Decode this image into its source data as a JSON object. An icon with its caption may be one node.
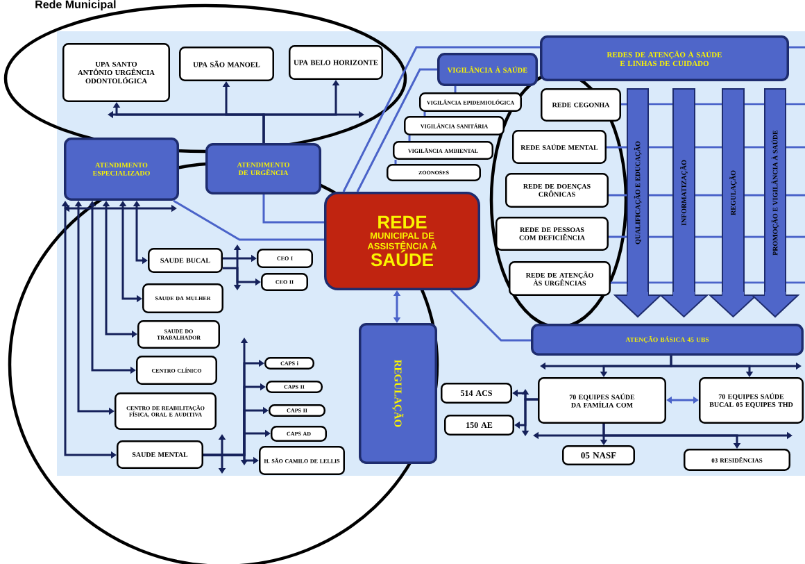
{
  "diagram": {
    "title": "Rede Municipal",
    "nodes": [
      {
        "text": [
          "UPA SANTO ANTÔNIO URGÊNCIA ODONTOLÓGICA"
        ]
      },
      {
        "text": [
          "UPA SÃO MANOEL"
        ]
      },
      {
        "text": [
          "UPA BELO HORIZONTE"
        ]
      },
      {
        "text": [
          "VIGILÂNCIA À SAÚDE"
        ]
      },
      {
        "text": [
          "REDES DE ATENÇÃO À SAÚDE E LINHAS DE CUIDADO"
        ]
      },
      {
        "text": [
          "VIGILÂNCIA EPIDEMIOLÓGICA"
        ]
      },
      {
        "text": [
          "VIGILÂNCIA SANITÁRIA"
        ]
      },
      {
        "text": [
          "VIGILÂNCIA AMBIENTAL"
        ]
      },
      {
        "text": [
          "ZOONOSES"
        ]
      },
      {
        "text": [
          "REDE CEGONHA"
        ]
      },
      {
        "text": [
          "REDE SAÚDE MENTAL"
        ]
      },
      {
        "text": [
          "REDE DE DOENÇAS CRÔNICAS"
        ]
      },
      {
        "text": [
          "REDE DE PESSOAS COM DEFICIÊNCIA"
        ]
      },
      {
        "text": [
          "REDE DE ATENÇÃO ÀS URGÊNCIAS"
        ]
      },
      {
        "text": [
          "QUALIFICAÇÃO E EDUCAÇÃO"
        ]
      },
      {
        "text": [
          "INFORMATIZAÇÃO"
        ]
      },
      {
        "text": [
          "REGULAÇÃO"
        ]
      },
      {
        "text": [
          "PROMOÇÃO E VIGILÂNCIA À SAÚDE"
        ]
      },
      {
        "text": [
          "ATENDIMENTO ESPECIALIZADO"
        ]
      },
      {
        "text": [
          "ATENDIMENTO DE URGÊNCIA"
        ]
      },
      {
        "text": [
          "REDE",
          "MUNICIPAL DE ASSISTÊNCIA À",
          "SAÚDE"
        ]
      },
      {
        "text": [
          "SAUDE BUCAL"
        ]
      },
      {
        "text": [
          "CEO I"
        ]
      },
      {
        "text": [
          "CEO II"
        ]
      },
      {
        "text": [
          "SAUDE DA MULHER"
        ]
      },
      {
        "text": [
          "SAUDE DO TRABALHADOR"
        ]
      },
      {
        "text": [
          "CENTRO CLÍNICO"
        ]
      },
      {
        "text": [
          "CENTRO DE REABILITAÇÃO FÍSICA, ORAL E AUDITIVA"
        ]
      },
      {
        "text": [
          "SAUDE MENTAL"
        ]
      },
      {
        "text": [
          "CAPS i"
        ]
      },
      {
        "text": [
          "CAPS II"
        ]
      },
      {
        "text": [
          "CAPS II"
        ]
      },
      {
        "text": [
          "CAPS AD"
        ]
      },
      {
        "text": [
          "H. SÃO CAMILO DE LELLIS"
        ]
      },
      {
        "text": [
          "REGULAÇÃO"
        ]
      },
      {
        "text": [
          "ATENÇÃO BÁSICA 45 UBS"
        ]
      },
      {
        "text": [
          "514 ACS"
        ]
      },
      {
        "text": [
          "150 AE"
        ]
      },
      {
        "text": [
          "70 EQUIPES SAÚDE DA FAMÍLIA COM"
        ]
      },
      {
        "text": [
          "70 EQUIPES SAÚDE BUCAL 05 EQUIPES THD"
        ]
      },
      {
        "text": [
          "05 NASF"
        ]
      },
      {
        "text": [
          "03 RESIDÊNCIAS"
        ]
      }
    ],
    "edges": [
      {
        "from": 19,
        "to": 0,
        "arrow": "to"
      },
      {
        "from": 19,
        "to": 1,
        "arrow": "to"
      },
      {
        "from": 19,
        "to": 2,
        "arrow": "to"
      },
      {
        "from": 20,
        "to": 3,
        "arrow": "none",
        "color": "#4a63c9"
      },
      {
        "from": 20,
        "to": 4,
        "arrow": "none",
        "color": "#4a63c9"
      },
      {
        "from": 20,
        "to": 18,
        "arrow": "none",
        "color": "#4a63c9"
      },
      {
        "from": 20,
        "to": 19,
        "arrow": "none",
        "color": "#4a63c9"
      },
      {
        "from": 20,
        "to": 35,
        "arrow": "none",
        "color": "#4a63c9"
      },
      {
        "from": 20,
        "to": 34,
        "arrow": "both",
        "color": "#4a63c9"
      },
      {
        "from": 3,
        "to": 5,
        "arrow": "none",
        "color": "#4a63c9"
      },
      {
        "from": 5,
        "to": 6,
        "arrow": "none",
        "color": "#4a63c9"
      },
      {
        "from": 6,
        "to": 7,
        "arrow": "none",
        "color": "#4a63c9"
      },
      {
        "from": 7,
        "to": 8,
        "arrow": "none",
        "color": "#4a63c9"
      },
      {
        "from": 9,
        "to": 14,
        "arrow": "none",
        "color": "#4a63c9"
      },
      {
        "from": 10,
        "to": 14,
        "arrow": "none",
        "color": "#4a63c9"
      },
      {
        "from": 11,
        "to": 14,
        "arrow": "none",
        "color": "#4a63c9"
      },
      {
        "from": 12,
        "to": 14,
        "arrow": "none",
        "color": "#4a63c9"
      },
      {
        "from": 13,
        "to": 14,
        "arrow": "none",
        "color": "#4a63c9"
      },
      {
        "from": 18,
        "to": 21,
        "arrow": "both"
      },
      {
        "from": 18,
        "to": 24,
        "arrow": "both"
      },
      {
        "from": 18,
        "to": 25,
        "arrow": "both"
      },
      {
        "from": 18,
        "to": 26,
        "arrow": "both"
      },
      {
        "from": 18,
        "to": 27,
        "arrow": "both"
      },
      {
        "from": 18,
        "to": 28,
        "arrow": "both"
      },
      {
        "from": 21,
        "to": 22,
        "arrow": "to"
      },
      {
        "from": 21,
        "to": 23,
        "arrow": "to"
      },
      {
        "from": 28,
        "to": 29,
        "arrow": "to"
      },
      {
        "from": 28,
        "to": 30,
        "arrow": "to"
      },
      {
        "from": 28,
        "to": 31,
        "arrow": "to"
      },
      {
        "from": 28,
        "to": 32,
        "arrow": "to"
      },
      {
        "from": 28,
        "to": 33,
        "arrow": "to"
      },
      {
        "from": 35,
        "to": 38,
        "arrow": "to"
      },
      {
        "from": 35,
        "to": 39,
        "arrow": "to"
      },
      {
        "from": 38,
        "to": 39,
        "arrow": "both",
        "color": "#4a63c9"
      },
      {
        "from": 38,
        "to": 36,
        "arrow": "to"
      },
      {
        "from": 38,
        "to": 37,
        "arrow": "to"
      },
      {
        "from": 38,
        "to": 40,
        "arrow": "to"
      },
      {
        "from": 38,
        "to": 41,
        "arrow": "to"
      }
    ]
  }
}
